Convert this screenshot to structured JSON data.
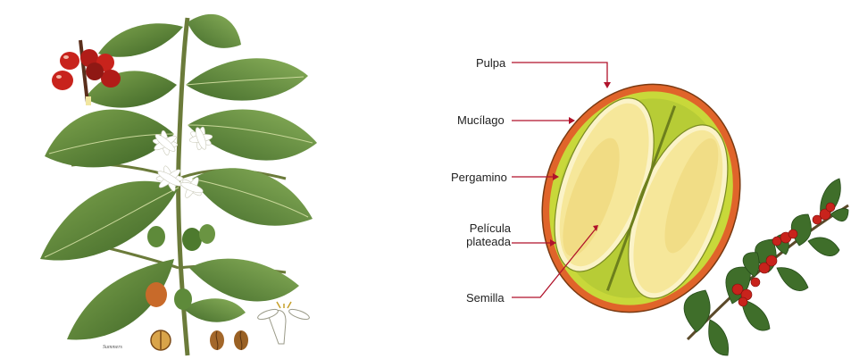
{
  "diagram": {
    "labels": {
      "pulpa": "Pulpa",
      "mucilago": "Mucílago",
      "pergamino": "Pergamino",
      "pelicula_line1": "Película",
      "pelicula_line2": "plateada",
      "semilla": "Semilla"
    },
    "illustration_signature": "Summers",
    "colors": {
      "leader_line": "#b0122a",
      "pulp": "#e0642a",
      "mucilage": "#c8d83a",
      "parchment": "#fbf3c8",
      "seed": "#f6e79a",
      "seed_shade": "#eccf6a",
      "leaf": "#4f7a32",
      "leaf_dark": "#2f5420",
      "berry": "#c8231c",
      "flower": "#ffffff"
    }
  }
}
